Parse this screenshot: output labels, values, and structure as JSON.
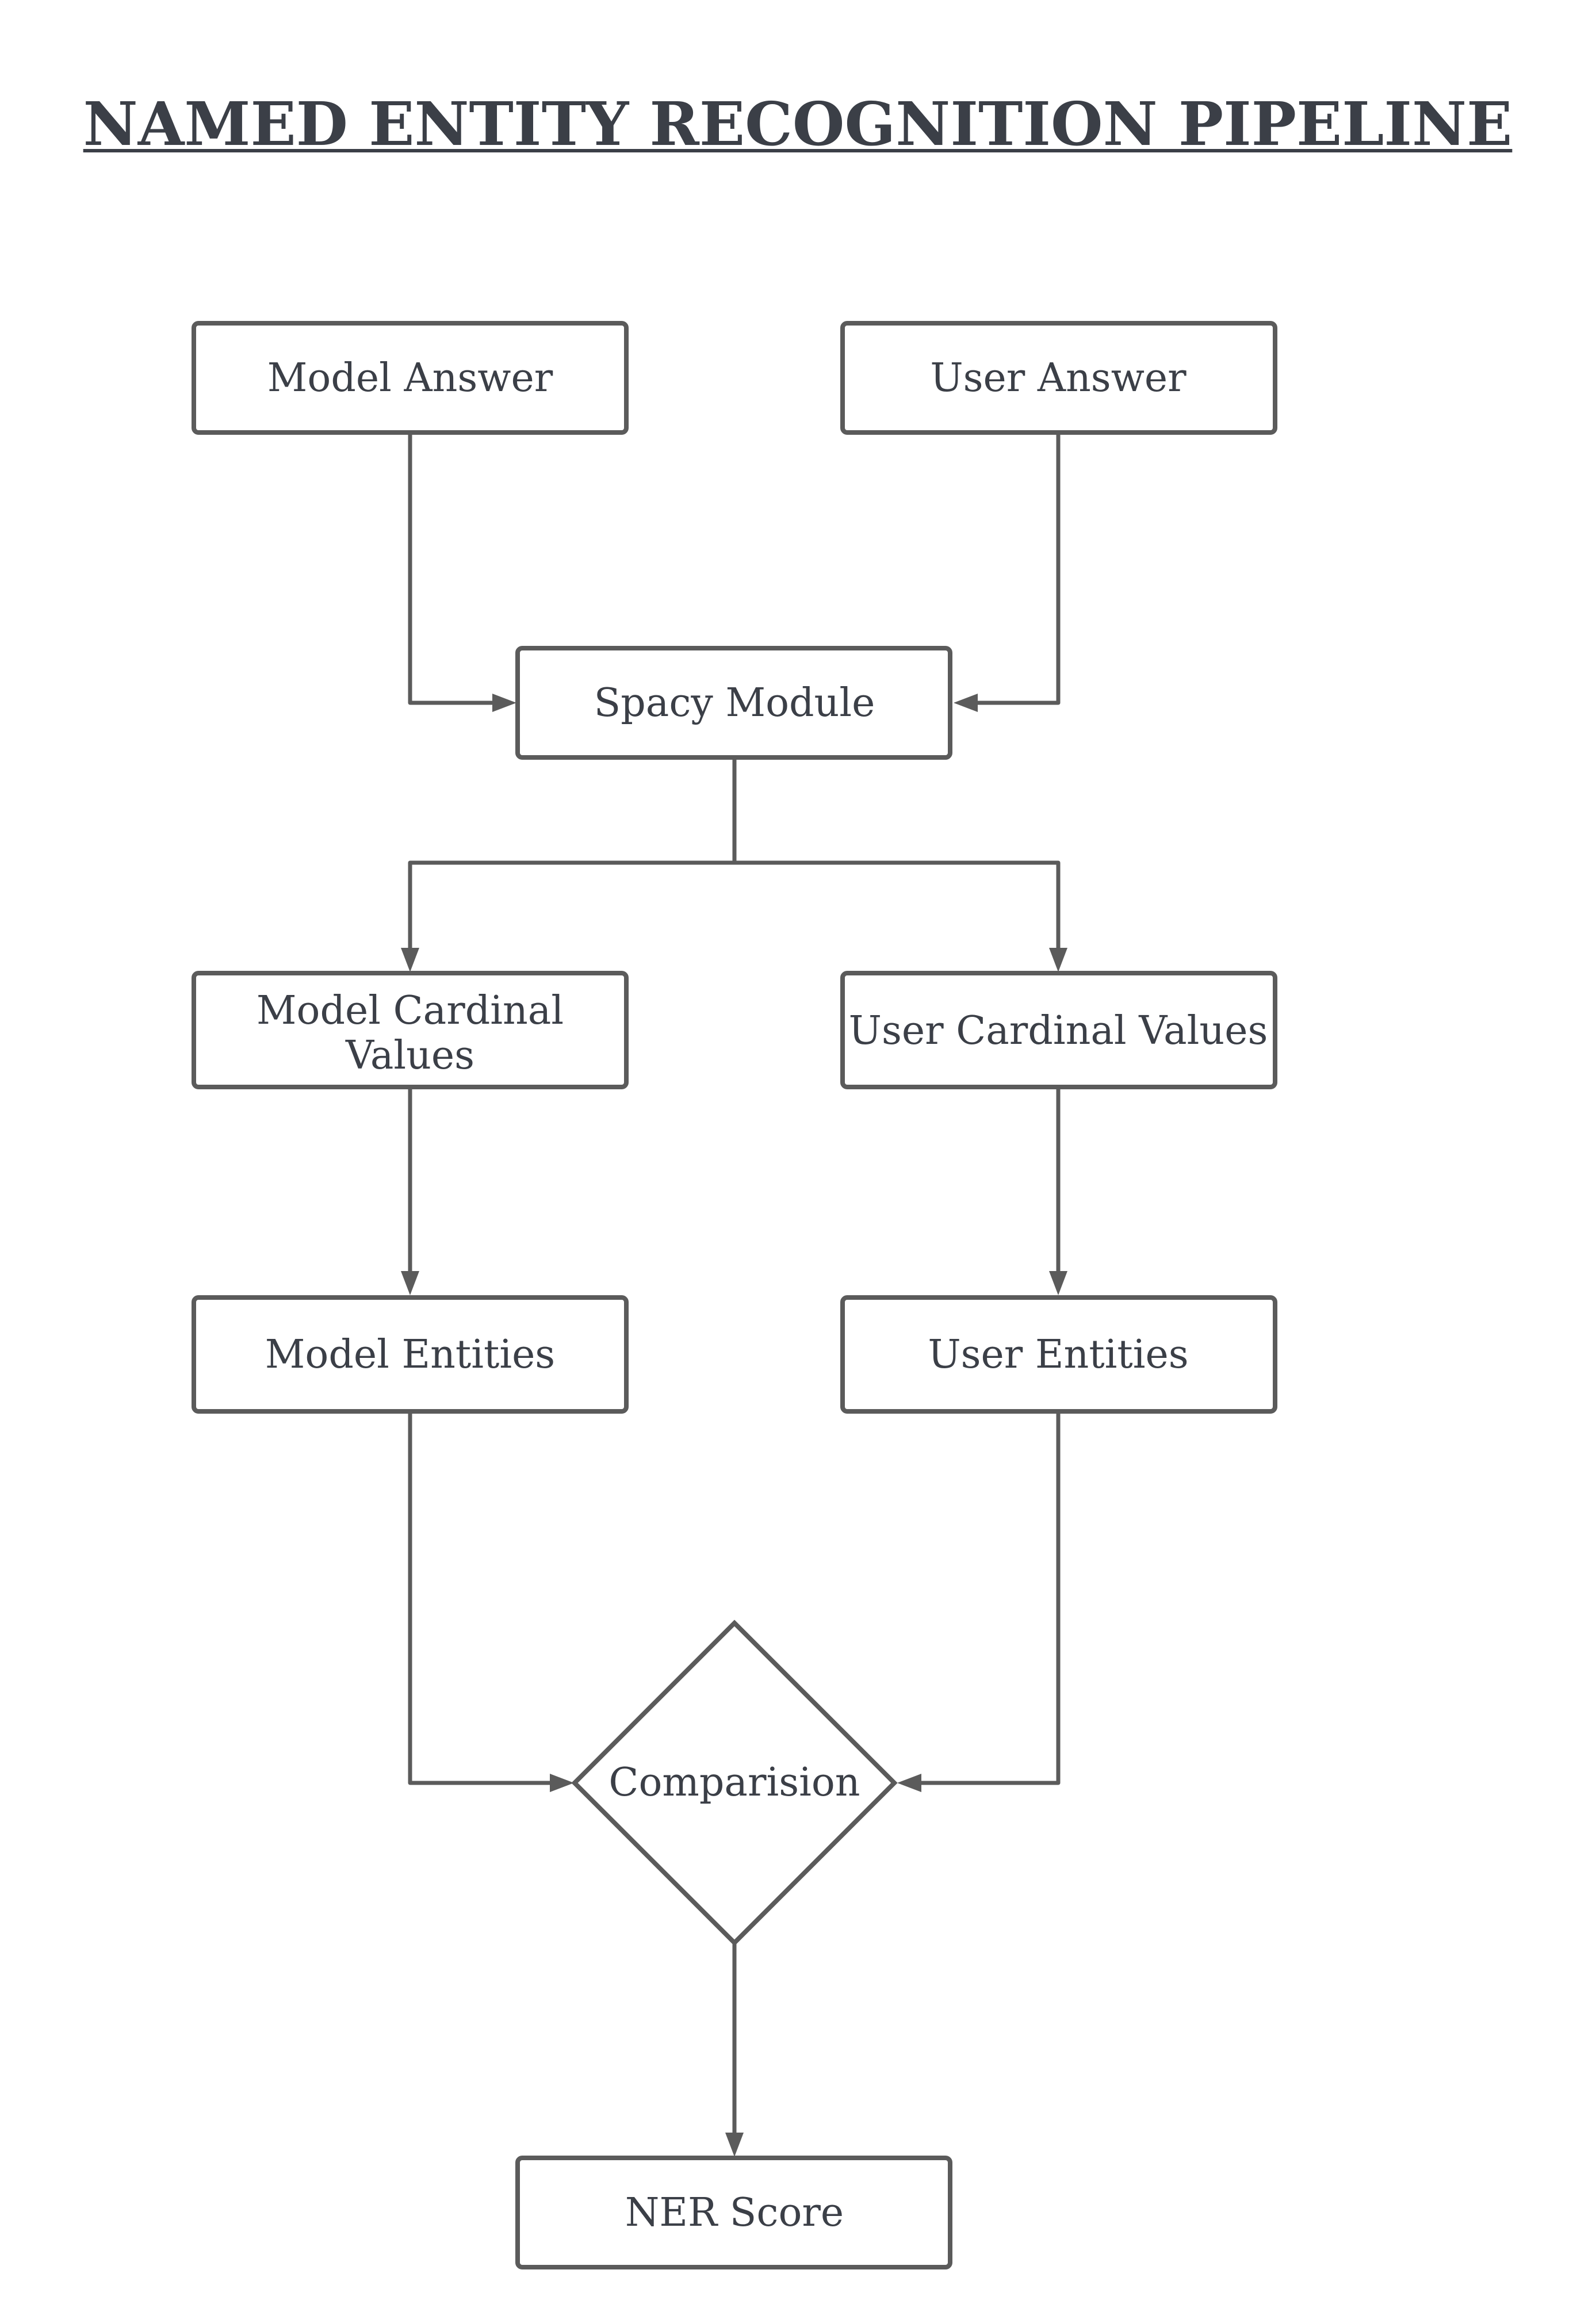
{
  "title": "NAMED ENTITY RECOGNITION PIPELINE",
  "colors": {
    "stroke": "#5b5b5b",
    "text": "#3b3f47",
    "background": "#ffffff"
  },
  "nodes": {
    "model_answer": {
      "label": "Model Answer"
    },
    "user_answer": {
      "label": "User Answer"
    },
    "spacy_module": {
      "label": "Spacy Module"
    },
    "model_cardinal_values": {
      "label_line1": "Model Cardinal",
      "label_line2": "Values"
    },
    "user_cardinal_values": {
      "label": "User Cardinal Values"
    },
    "model_entities": {
      "label": "Model Entities"
    },
    "user_entities": {
      "label": "User Entities"
    },
    "comparision": {
      "label": "Comparision"
    },
    "ner_score": {
      "label": "NER Score"
    }
  }
}
